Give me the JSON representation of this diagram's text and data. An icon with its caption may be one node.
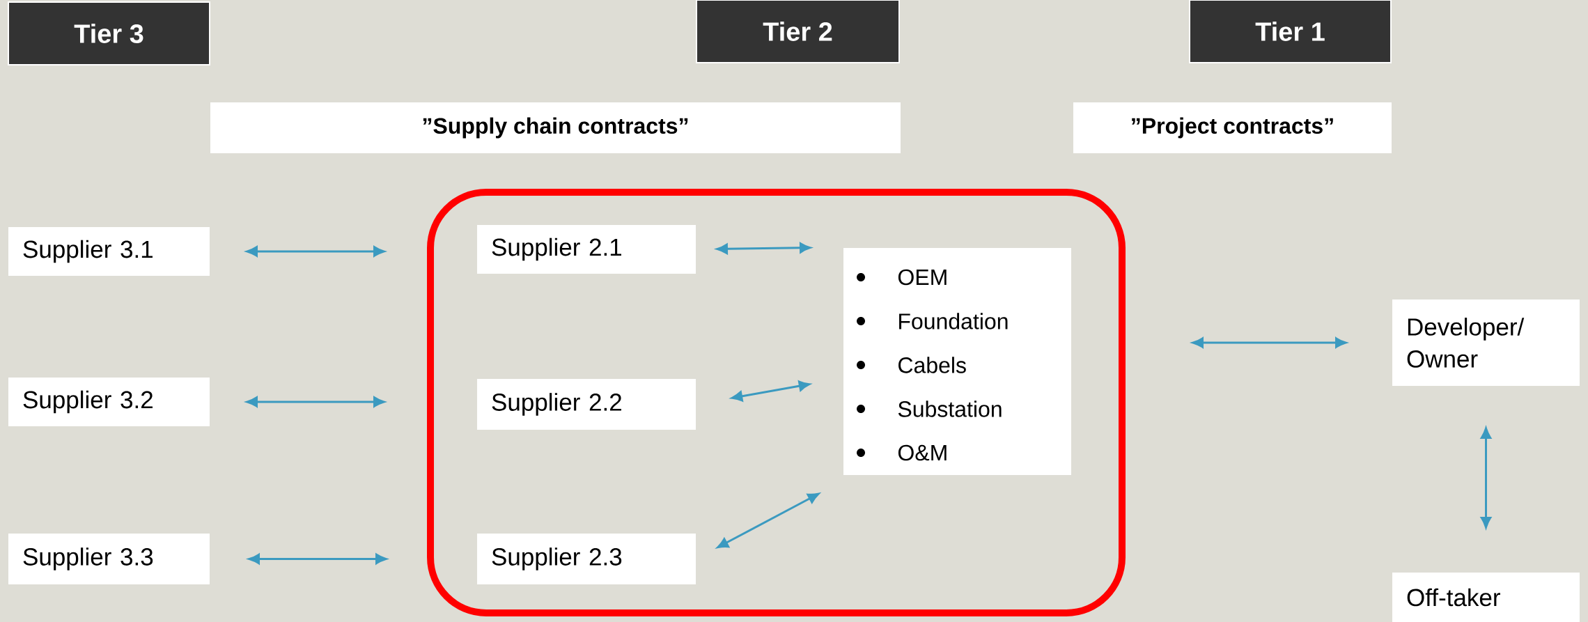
{
  "diagram": {
    "nodes": [
      {
        "text": [
          "Tier 3"
        ]
      },
      {
        "text": [
          "Tier 2"
        ]
      },
      {
        "text": [
          "Tier 1"
        ]
      },
      {
        "text": [
          "”Supply chain contracts”"
        ]
      },
      {
        "text": [
          "”Project contracts”"
        ]
      },
      {
        "text": [],
        "shape": "box"
      },
      {
        "text": [
          "Supplier 3.1"
        ]
      },
      {
        "text": [
          "Supplier 3.2"
        ]
      },
      {
        "text": [
          "Supplier 3.3"
        ]
      },
      {
        "text": [
          "Supplier 2.1"
        ],
        "in": 5
      },
      {
        "text": [
          "Supplier 2.2"
        ],
        "in": 5
      },
      {
        "text": [
          "Supplier 2.3"
        ],
        "in": 5
      },
      {
        "text": [
          "OEM",
          "Foundation",
          "Cabels",
          "Substation",
          "O&M"
        ],
        "in": 5
      },
      {
        "text": [
          "Developer/ Owner"
        ]
      },
      {
        "text": [
          "Off-taker"
        ]
      }
    ],
    "edges": [
      {
        "from": 6,
        "to": 9,
        "arrow": "both"
      },
      {
        "from": 7,
        "to": 10,
        "arrow": "both"
      },
      {
        "from": 8,
        "to": 11,
        "arrow": "both"
      },
      {
        "from": 9,
        "to": 12,
        "arrow": "both"
      },
      {
        "from": 10,
        "to": 12,
        "arrow": "both"
      },
      {
        "from": 11,
        "to": 12,
        "arrow": "both"
      },
      {
        "from": 5,
        "to": 13,
        "arrow": "both"
      },
      {
        "from": 13,
        "to": 14,
        "arrow": "both"
      }
    ]
  }
}
